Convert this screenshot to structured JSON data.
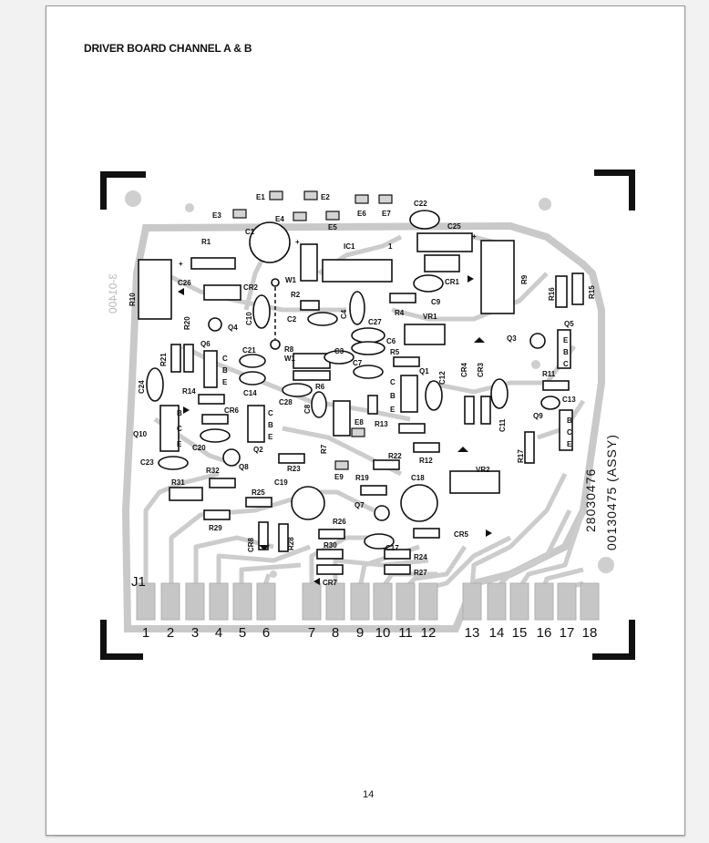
{
  "header": {
    "title": "DRIVER BOARD CHANNEL A & B"
  },
  "footer": {
    "page_number": "14"
  },
  "board": {
    "connector_label": "J1",
    "pins": [
      "1",
      "2",
      "3",
      "4",
      "5",
      "6",
      "7",
      "8",
      "9",
      "10",
      "11",
      "12",
      "13",
      "14",
      "15",
      "16",
      "17",
      "18"
    ],
    "part_number": "28030476",
    "assembly_number": "00130475 (ASSY)",
    "mirrored_text": "3-01400",
    "pads": [
      "E1",
      "E2",
      "E3",
      "E4",
      "E5",
      "E6",
      "E7",
      "E8",
      "E9"
    ],
    "resistors": [
      "R1",
      "R2",
      "R4",
      "R5",
      "R6",
      "R7",
      "R8",
      "R9",
      "R10",
      "R11",
      "R12",
      "R13",
      "R14",
      "R15",
      "R16",
      "R17",
      "R19",
      "R20",
      "R21",
      "R22",
      "R23",
      "R24",
      "R25",
      "R26",
      "R27",
      "R28",
      "R29",
      "R30",
      "R31",
      "R32"
    ],
    "capacitors": [
      "C1",
      "C2",
      "C3",
      "C4",
      "C6",
      "C7",
      "C8",
      "C9",
      "C10",
      "C11",
      "C12",
      "C13",
      "C14",
      "C17",
      "C18",
      "C19",
      "C20",
      "C21",
      "C22",
      "C23",
      "C24",
      "C25",
      "C26",
      "C27",
      "C28"
    ],
    "transistors": [
      "Q1",
      "Q2",
      "Q3",
      "Q4",
      "Q5",
      "Q6",
      "Q7",
      "Q8",
      "Q9",
      "Q10"
    ],
    "diodes": [
      "CR1",
      "CR2",
      "CR3",
      "CR4",
      "CR5",
      "CR6",
      "CR7",
      "CR8"
    ],
    "other": [
      "IC1",
      "VR1",
      "VR2",
      "W1"
    ]
  }
}
